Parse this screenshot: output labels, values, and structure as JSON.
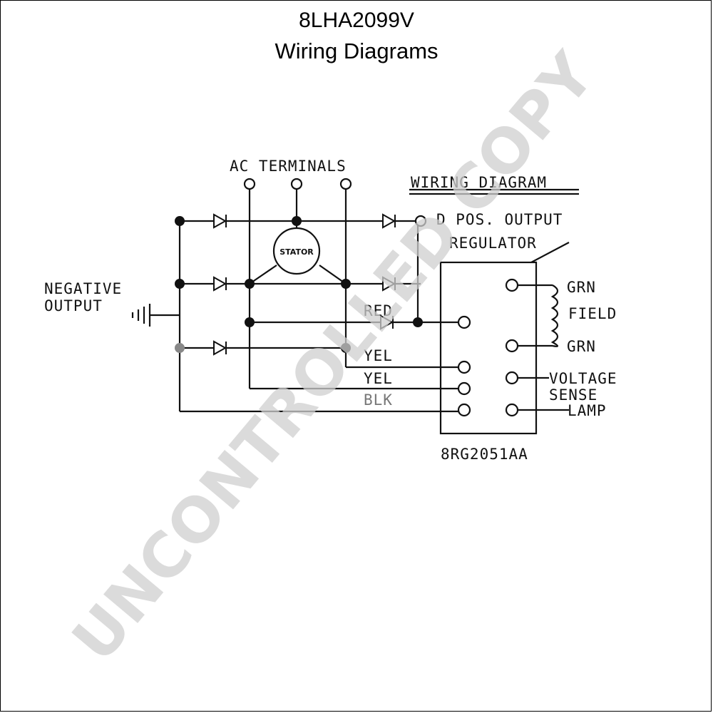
{
  "title": "8LHA2099V",
  "subtitle": "Wiring Diagrams",
  "diagram": {
    "ac_terminals": "AC TERMINALS",
    "wiring_diagram": "WIRING DIAGRAM",
    "pos_output": "D POS. OUTPUT",
    "regulator": "REGULATOR",
    "negative": "NEGATIVE",
    "output": "OUTPUT",
    "stator": "STATOR",
    "red": "RED",
    "yel1": "YEL",
    "yel2": "YEL",
    "blk": "BLK",
    "grn1": "GRN",
    "field": "FIELD",
    "grn2": "GRN",
    "voltage": "VOLTAGE",
    "sense": "SENSE",
    "lamp": "LAMP",
    "part_number": "8RG2051AA"
  },
  "watermark": "UNCONTROLLED COPY"
}
